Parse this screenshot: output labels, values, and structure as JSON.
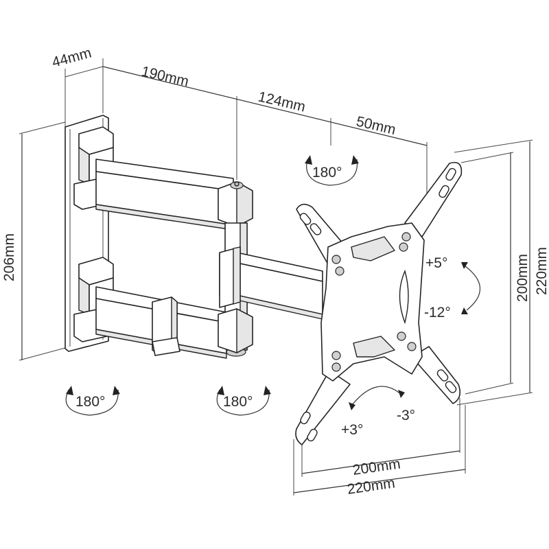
{
  "dimensions": {
    "depth": "44mm",
    "arm_length": "190mm",
    "second_arm": "124mm",
    "plate_offset": "50mm",
    "wall_plate_height": "206mm",
    "vesa_vertical_inner": "200mm",
    "vesa_vertical_outer": "220mm",
    "vesa_horizontal_inner": "200mm",
    "vesa_horizontal_outer": "220mm"
  },
  "rotations": {
    "top_swivel": "180°",
    "wall_swivel": "180°",
    "elbow_swivel": "180°",
    "tilt_up": "+5°",
    "tilt_down": "-12°",
    "level_plus": "+3°",
    "level_minus": "-3°"
  }
}
